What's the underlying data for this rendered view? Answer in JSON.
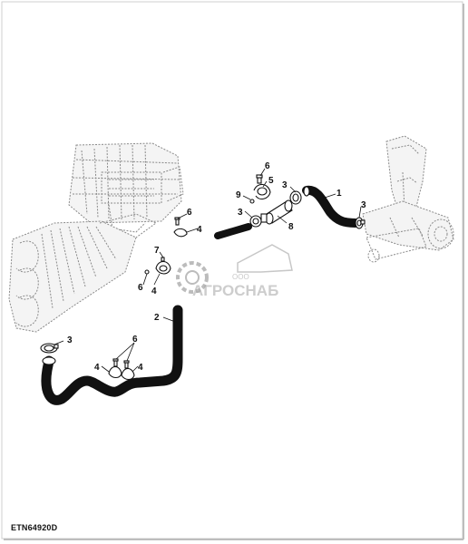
{
  "figure_id": "ETN64920D",
  "callouts": {
    "c1": "1",
    "c2": "2",
    "c3a": "3",
    "c3b": "3",
    "c3c": "3",
    "c3d": "3",
    "c4a": "4",
    "c4b": "4",
    "c4c": "4",
    "c4d": "4",
    "c5": "5",
    "c6a": "6",
    "c6b": "6",
    "c6c": "6",
    "c6d": "6",
    "c7": "7",
    "c8": "8",
    "c9": "9"
  },
  "watermark": {
    "brand": "АГРОСНАБ",
    "legal": "ООО"
  },
  "colors": {
    "line": "#111111",
    "ghost": "#8a8a8a",
    "watermark": "#9a9a9a"
  }
}
